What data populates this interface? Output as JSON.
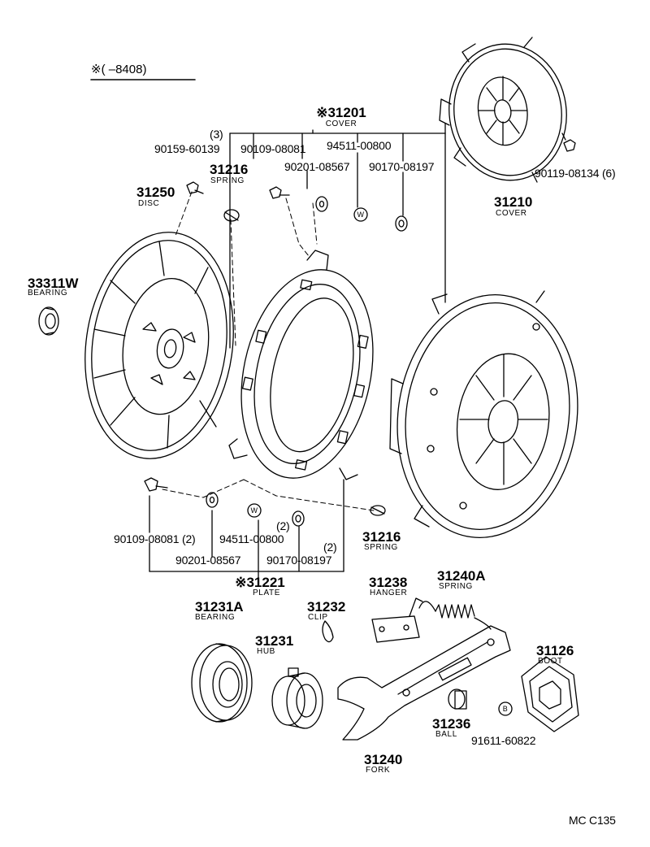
{
  "header": {
    "note": "※(     –8408)"
  },
  "footer": {
    "code": "MC  C135"
  },
  "parts": {
    "cover_assy": {
      "number": "※31201",
      "name": "COVER"
    },
    "cover": {
      "number": "31210",
      "name": "COVER"
    },
    "disc": {
      "number": "31250",
      "name": "DISC"
    },
    "pilot_bearing": {
      "number": "33311W",
      "name": "BEARING"
    },
    "spring_top": {
      "number": "31216",
      "name": "SPRING"
    },
    "spring_bottom": {
      "number": "31216",
      "name": "SPRING"
    },
    "plate": {
      "number": "※31221",
      "name": "PLATE"
    },
    "release_bearing": {
      "number": "31231A",
      "name": "BEARING"
    },
    "hub": {
      "number": "31231",
      "name": "HUB"
    },
    "clip": {
      "number": "31232",
      "name": "CLIP"
    },
    "hanger": {
      "number": "31238",
      "name": "HANGER"
    },
    "fork_spring": {
      "number": "31240A",
      "name": "SPRING"
    },
    "boot": {
      "number": "31126",
      "name": "BOOT"
    },
    "ball": {
      "number": "31236",
      "name": "BALL"
    },
    "fork": {
      "number": "31240",
      "name": "FORK"
    }
  },
  "callouts": {
    "qty_3": "(3)",
    "p90159": "90159-60139",
    "p90109_top": "90109-08081",
    "p94511_top": "94511-00800",
    "p90201_top": "90201-08567",
    "p90170_top": "90170-08197",
    "p90119": "90119-08134 (6)",
    "p90109_bottom": "90109-08081 (2)",
    "p94511_bottom": "94511-00800",
    "qty_2a": "(2)",
    "p90201_bottom": "90201-08567",
    "qty_2b": "(2)",
    "p90170_bottom": "90170-08197",
    "p91611": "91611-60822"
  },
  "symbols": {
    "w_top": "W",
    "w_bottom": "W",
    "b_mark": "B"
  }
}
